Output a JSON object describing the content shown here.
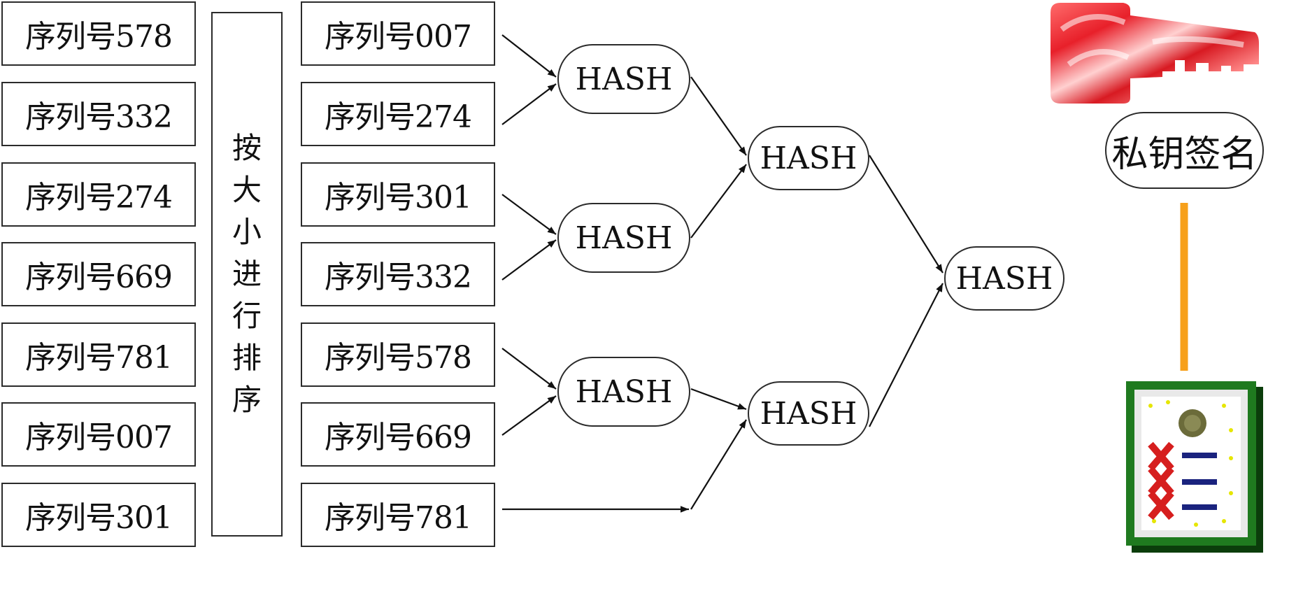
{
  "left_column": [
    "序列号578",
    "序列号332",
    "序列号274",
    "序列号669",
    "序列号781",
    "序列号007",
    "序列号301"
  ],
  "sort_label": [
    "按",
    "大",
    "小",
    "进",
    "行",
    "排",
    "序"
  ],
  "sorted_column": [
    "序列号007",
    "序列号274",
    "序列号301",
    "序列号332",
    "序列号578",
    "序列号669",
    "序列号781"
  ],
  "hash_label": "HASH",
  "signature_label": "私钥签名",
  "icons": {
    "key": "private-key-icon",
    "certificate": "certificate-icon"
  },
  "colors": {
    "key_red": "#e8202a",
    "connector_orange": "#f7a01a",
    "cert_green": "#1f7a1f",
    "cert_red": "#d61e1e",
    "cert_navy": "#1a237e"
  }
}
